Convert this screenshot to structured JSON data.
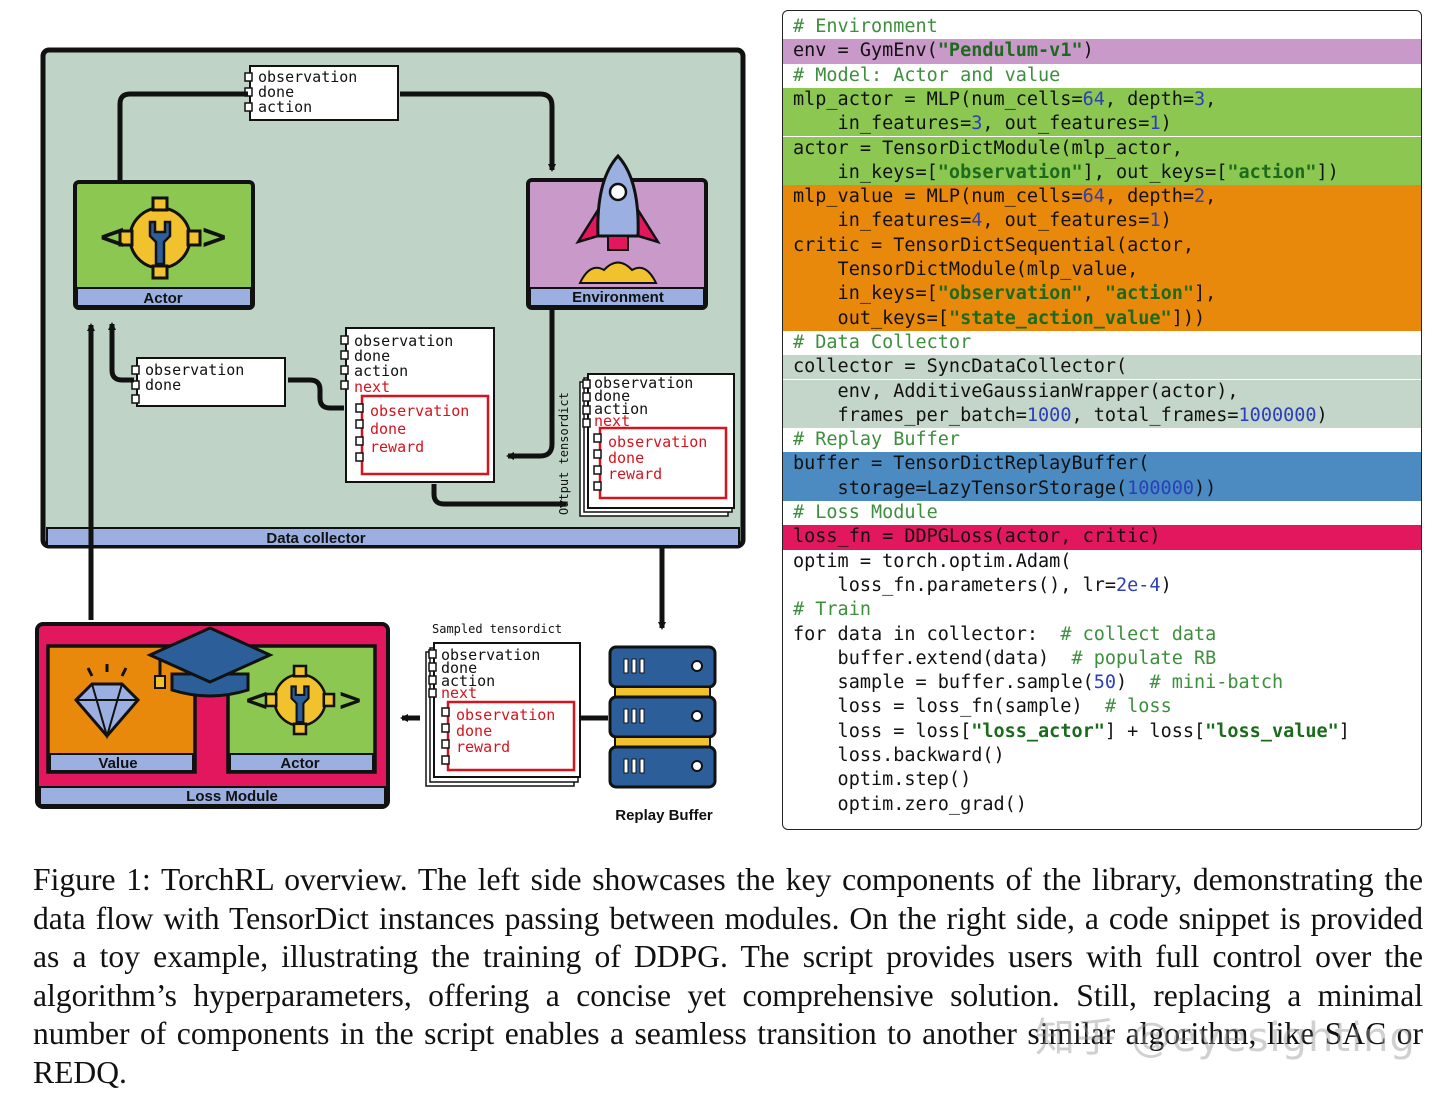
{
  "diagram": {
    "data_collector_label": "Data collector",
    "actor_label": "Actor",
    "environment_label": "Environment",
    "loss_module_label": "Loss Module",
    "value_label": "Value",
    "loss_actor_label": "Actor",
    "replay_buffer_label": "Replay Buffer",
    "output_tensordict_label": "Output tensordict",
    "sampled_tensordict_label": "Sampled tensordict",
    "td_top": [
      "observation",
      "done",
      "action"
    ],
    "td_left": [
      "observation",
      "done"
    ],
    "td_next_label": "next",
    "td_inner": [
      "observation",
      "done",
      "reward"
    ]
  },
  "code_lines": [
    {
      "bg": "#ffffff",
      "parts": [
        {
          "t": "# Environment",
          "c": "cm"
        }
      ]
    },
    {
      "bg": "#c99ac9",
      "parts": [
        {
          "t": "env = GymEnv("
        },
        {
          "t": "\"Pendulum-v1\"",
          "c": "str"
        },
        {
          "t": ")"
        }
      ]
    },
    {
      "bg": "#ffffff",
      "parts": [
        {
          "t": "# Model: Actor and value",
          "c": "cm"
        }
      ]
    },
    {
      "bg": "#8cc751",
      "parts": [
        {
          "t": "mlp_actor = MLP(num_cells="
        },
        {
          "t": "64",
          "c": "num"
        },
        {
          "t": ", depth="
        },
        {
          "t": "3",
          "c": "num"
        },
        {
          "t": ","
        }
      ]
    },
    {
      "bg": "#8cc751",
      "parts": [
        {
          "t": "    in_features="
        },
        {
          "t": "3",
          "c": "num"
        },
        {
          "t": ", out_features="
        },
        {
          "t": "1",
          "c": "num"
        },
        {
          "t": ")"
        }
      ]
    },
    {
      "bg": "#8cc751",
      "parts": [
        {
          "t": "actor = TensorDictModule(mlp_actor,"
        }
      ]
    },
    {
      "bg": "#8cc751",
      "parts": [
        {
          "t": "    in_keys=["
        },
        {
          "t": "\"observation\"",
          "c": "str"
        },
        {
          "t": "], out_keys=["
        },
        {
          "t": "\"action\"",
          "c": "str"
        },
        {
          "t": "])"
        }
      ]
    },
    {
      "bg": "#e8890b",
      "parts": [
        {
          "t": "mlp_value = MLP(num_cells="
        },
        {
          "t": "64",
          "c": "num"
        },
        {
          "t": ", depth="
        },
        {
          "t": "2",
          "c": "num"
        },
        {
          "t": ","
        }
      ]
    },
    {
      "bg": "#e8890b",
      "parts": [
        {
          "t": "    in_features="
        },
        {
          "t": "4",
          "c": "num"
        },
        {
          "t": ", out_features="
        },
        {
          "t": "1",
          "c": "num"
        },
        {
          "t": ")"
        }
      ]
    },
    {
      "bg": "#e8890b",
      "parts": [
        {
          "t": "critic = TensorDictSequential(actor,"
        }
      ]
    },
    {
      "bg": "#e8890b",
      "parts": [
        {
          "t": "    TensorDictModule(mlp_value,"
        }
      ]
    },
    {
      "bg": "#e8890b",
      "parts": [
        {
          "t": "    in_keys=["
        },
        {
          "t": "\"observation\"",
          "c": "str"
        },
        {
          "t": ", "
        },
        {
          "t": "\"action\"",
          "c": "str"
        },
        {
          "t": "],"
        }
      ]
    },
    {
      "bg": "#e8890b",
      "parts": [
        {
          "t": "    out_keys=["
        },
        {
          "t": "\"state_action_value\"",
          "c": "str"
        },
        {
          "t": "]))"
        }
      ]
    },
    {
      "bg": "#ffffff",
      "parts": [
        {
          "t": "# Data Collector",
          "c": "cm"
        }
      ]
    },
    {
      "bg": "#c4d5c9",
      "parts": [
        {
          "t": "collector = SyncDataCollector("
        }
      ]
    },
    {
      "bg": "#c4d5c9",
      "parts": [
        {
          "t": "    env, AdditiveGaussianWrapper(actor),"
        }
      ]
    },
    {
      "bg": "#c4d5c9",
      "parts": [
        {
          "t": "    frames_per_batch="
        },
        {
          "t": "1000",
          "c": "num"
        },
        {
          "t": ", total_frames="
        },
        {
          "t": "1000000",
          "c": "num"
        },
        {
          "t": ")"
        }
      ]
    },
    {
      "bg": "#ffffff",
      "parts": [
        {
          "t": "# Replay Buffer",
          "c": "cm"
        }
      ]
    },
    {
      "bg": "#4b8bc2",
      "parts": [
        {
          "t": "buffer = TensorDictReplayBuffer("
        }
      ]
    },
    {
      "bg": "#4b8bc2",
      "parts": [
        {
          "t": "    storage=LazyTensorStorage("
        },
        {
          "t": "100000",
          "c": "num"
        },
        {
          "t": "))"
        }
      ]
    },
    {
      "bg": "#ffffff",
      "parts": [
        {
          "t": "# Loss Module",
          "c": "cm"
        }
      ]
    },
    {
      "bg": "#e2175d",
      "parts": [
        {
          "t": "loss_fn = DDPGLoss(actor, critic)"
        }
      ]
    },
    {
      "bg": "#ffffff",
      "parts": [
        {
          "t": "optim = torch.optim.Adam("
        }
      ]
    },
    {
      "bg": "#ffffff",
      "parts": [
        {
          "t": "    loss_fn.parameters(), lr="
        },
        {
          "t": "2e-4",
          "c": "num"
        },
        {
          "t": ")"
        }
      ]
    },
    {
      "bg": "#ffffff",
      "parts": [
        {
          "t": "# Train",
          "c": "cm"
        }
      ]
    },
    {
      "bg": "#ffffff",
      "parts": [
        {
          "t": "for data in collector:  "
        },
        {
          "t": "# collect data",
          "c": "cm"
        }
      ]
    },
    {
      "bg": "#ffffff",
      "parts": [
        {
          "t": "    buffer.extend(data)  "
        },
        {
          "t": "# populate RB",
          "c": "cm"
        }
      ]
    },
    {
      "bg": "#ffffff",
      "parts": [
        {
          "t": "    sample = buffer.sample("
        },
        {
          "t": "50",
          "c": "num"
        },
        {
          "t": ")  "
        },
        {
          "t": "# mini-batch",
          "c": "cm"
        }
      ]
    },
    {
      "bg": "#ffffff",
      "parts": [
        {
          "t": "    loss = loss_fn(sample)  "
        },
        {
          "t": "# loss",
          "c": "cm"
        }
      ]
    },
    {
      "bg": "#ffffff",
      "parts": [
        {
          "t": "    loss = loss["
        },
        {
          "t": "\"loss_actor\"",
          "c": "str"
        },
        {
          "t": "] + loss["
        },
        {
          "t": "\"loss_value\"",
          "c": "str"
        },
        {
          "t": "]"
        }
      ]
    },
    {
      "bg": "#ffffff",
      "parts": [
        {
          "t": "    loss.backward()"
        }
      ]
    },
    {
      "bg": "#ffffff",
      "parts": [
        {
          "t": "    optim.step()"
        }
      ]
    },
    {
      "bg": "#ffffff",
      "parts": [
        {
          "t": "    optim.zero_grad()"
        }
      ]
    }
  ],
  "caption": "Figure 1: TorchRL overview. The left side showcases the key components of the library, demonstrating the data flow with TensorDict instances passing between modules. On the right side, a code snippet is provided as a toy example, illustrating the training of DDPG. The script provides users with full control over the algorithm’s hyperparameters, offering a concise yet comprehensive solution. Still, replacing a minimal number of components in the script enables a seamless transition to another similar algorithm, like SAC or REDQ.",
  "watermark": "知乎 @eyesighting",
  "colors": {
    "collector_bg": "#bfd3c6",
    "actor_green": "#8cc751",
    "env_purple": "#c99ac9",
    "bar_blue": "#9bb0e0",
    "loss_pink": "#e2175d",
    "value_orange": "#e8890b",
    "buffer_blue": "#2c5f99",
    "buffer_yellow": "#f2c12e",
    "red_text": "#d4141e"
  }
}
